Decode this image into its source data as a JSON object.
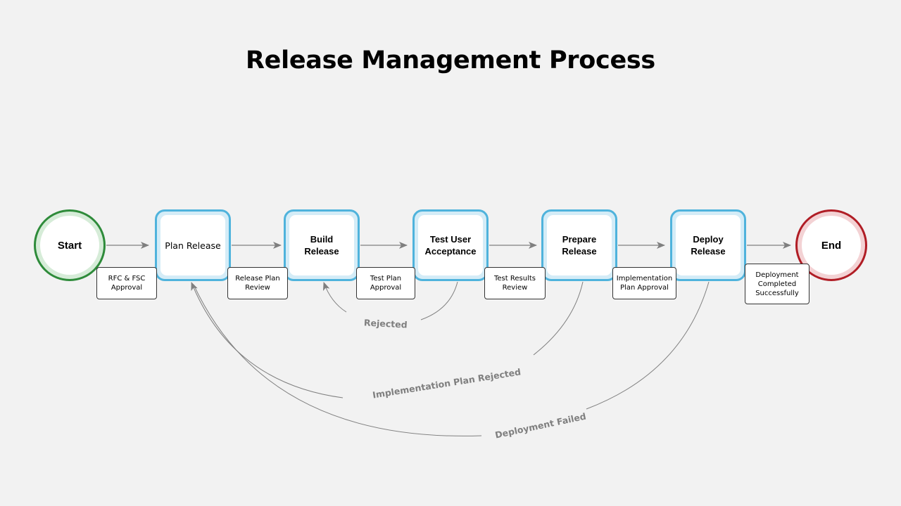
{
  "title": "Release Management Process",
  "start_label": "Start",
  "end_label": "End",
  "steps": [
    {
      "label": "Plan Release"
    },
    {
      "label": "Build\nRelease"
    },
    {
      "label": "Test User\nAcceptance"
    },
    {
      "label": "Prepare\nRelease"
    },
    {
      "label": "Deploy\nRelease"
    }
  ],
  "gates": [
    {
      "label": "RFC & FSC\nApproval"
    },
    {
      "label": "Release Plan\nReview"
    },
    {
      "label": "Test Plan\nApproval"
    },
    {
      "label": "Test Results\nReview"
    },
    {
      "label": "Implementation\nPlan Approval"
    },
    {
      "label": "Deployment\nCompleted\nSuccessfully"
    }
  ],
  "loops": [
    {
      "label": "Rejected"
    },
    {
      "label": "Implementation Plan Rejected"
    },
    {
      "label": "Deployment Failed"
    }
  ],
  "colors": {
    "start_border": "#2e8b3a",
    "end_border": "#b01d25",
    "step_border": "#4fb3dc",
    "connector": "#808080"
  }
}
